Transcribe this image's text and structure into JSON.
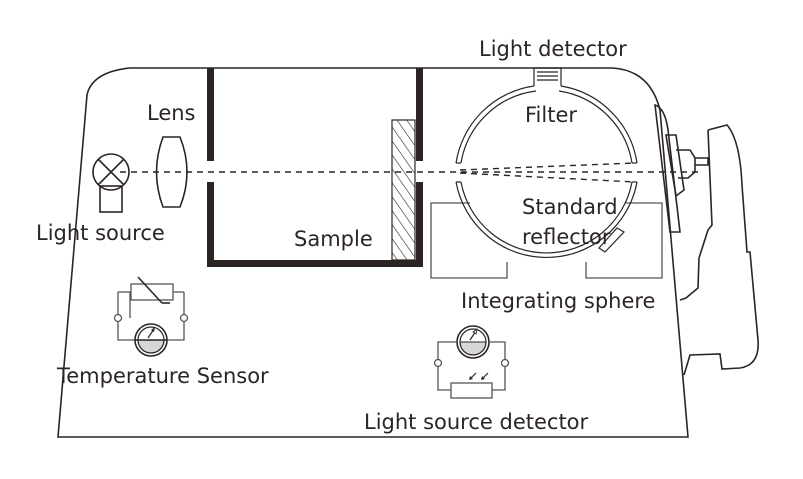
{
  "title": "Colorimeter / spectrophotometer internal structure diagram",
  "labels": {
    "light_detector": "Light detector",
    "lens": "Lens",
    "filter": "Filter",
    "standard_reflector_line1": "Standard",
    "standard_reflector_line2": "reflector",
    "light_source": "Light source",
    "sample": "Sample",
    "integrating_sphere": "Integrating sphere",
    "temperature_sensor": "Temperature Sensor",
    "light_source_detector": "Light source detector"
  },
  "components": [
    {
      "id": "light-source",
      "icon": "lamp-symbol"
    },
    {
      "id": "lens",
      "icon": "biconvex-lens"
    },
    {
      "id": "sample-chamber",
      "icon": "open-box"
    },
    {
      "id": "sample",
      "icon": "hatched-slab"
    },
    {
      "id": "integrating-sphere",
      "icon": "sphere"
    },
    {
      "id": "light-detector",
      "icon": "detector-port"
    },
    {
      "id": "standard-reflector",
      "icon": "reflector-plate"
    },
    {
      "id": "temperature-sensor",
      "icon": "thermistor-circuit"
    },
    {
      "id": "light-source-detector",
      "icon": "photoresistor-circuit"
    },
    {
      "id": "handle",
      "icon": "device-handle"
    }
  ],
  "colors": {
    "stroke": "#2b2523",
    "meter_fill": "#d6d6d6",
    "background": "#ffffff"
  }
}
